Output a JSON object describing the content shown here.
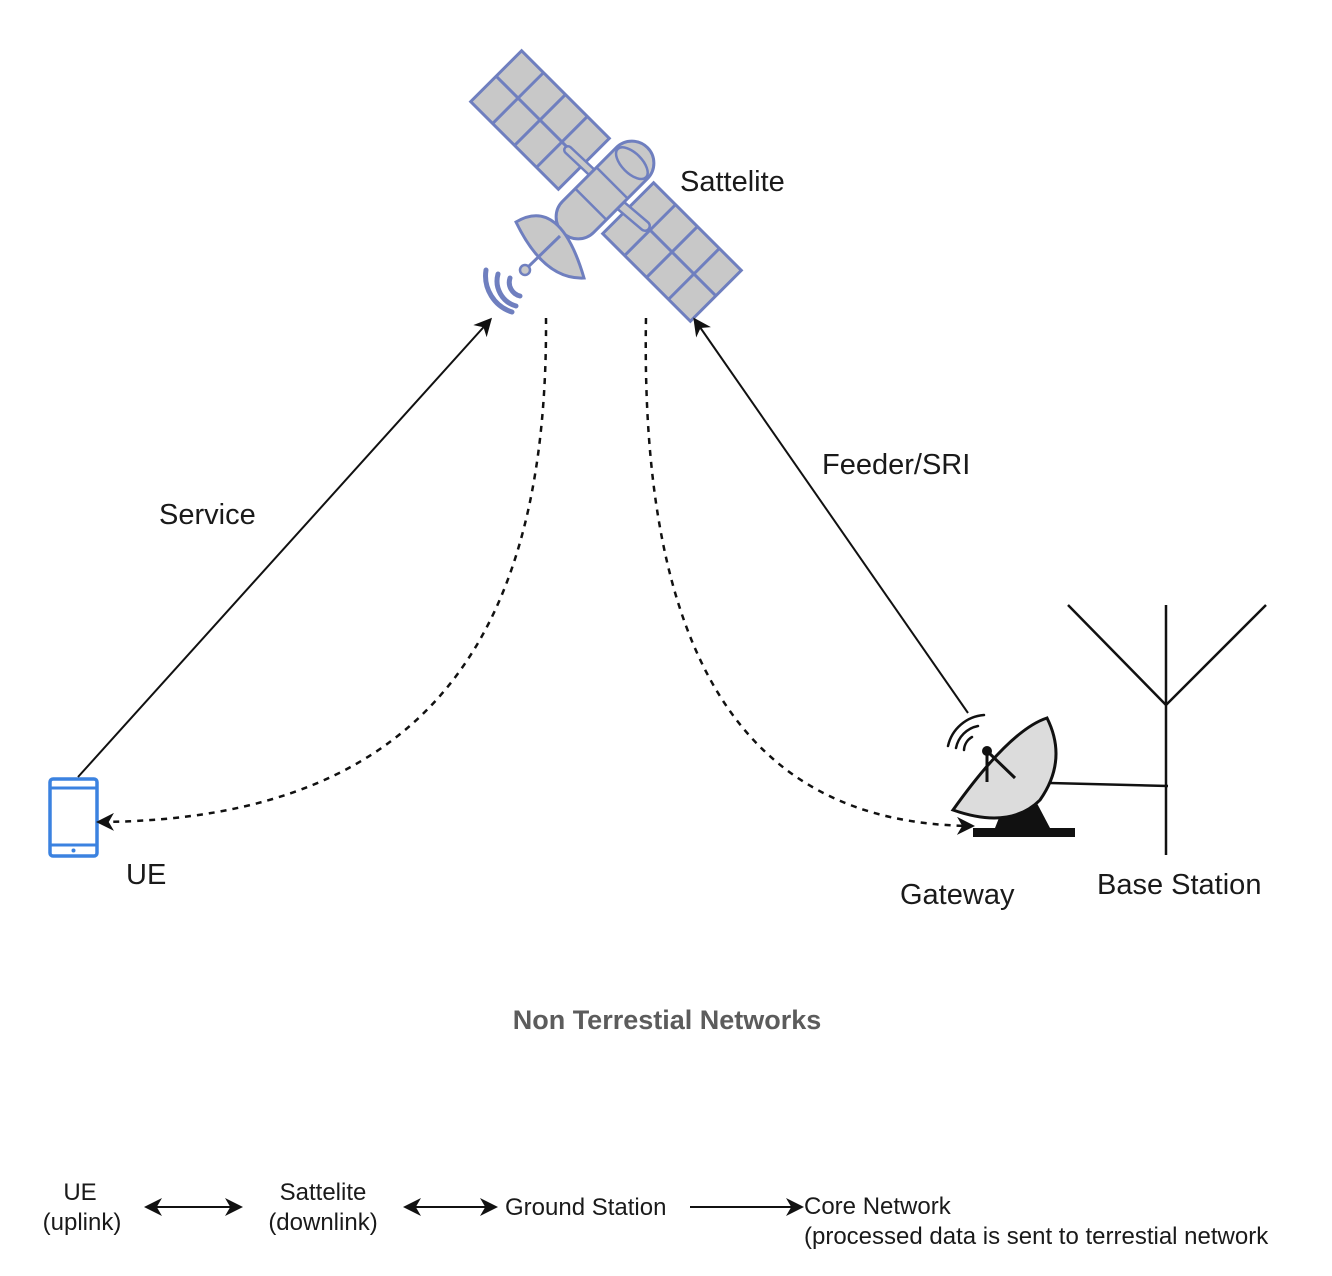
{
  "diagram": {
    "satellite_label": "Sattelite",
    "service_label": "Service",
    "feeder_label": "Feeder/SRI",
    "ue_label": "UE",
    "gateway_label": "Gateway",
    "base_station_label": "Base Station",
    "caption": "Non Terrestial Networks"
  },
  "flow": {
    "ue_line1": "UE",
    "ue_line2": "(uplink)",
    "satellite_line1": "Sattelite",
    "satellite_line2": "(downlink)",
    "ground_station": "Ground Station",
    "core_line1": "Core Network",
    "core_line2": "(processed data is sent to terrestial network"
  },
  "colors": {
    "satellite_fill": "#c8c8c8",
    "satellite_stroke": "#6f7fbf",
    "ue_device": "#3b82e0",
    "caption": "#5c5c5c"
  }
}
